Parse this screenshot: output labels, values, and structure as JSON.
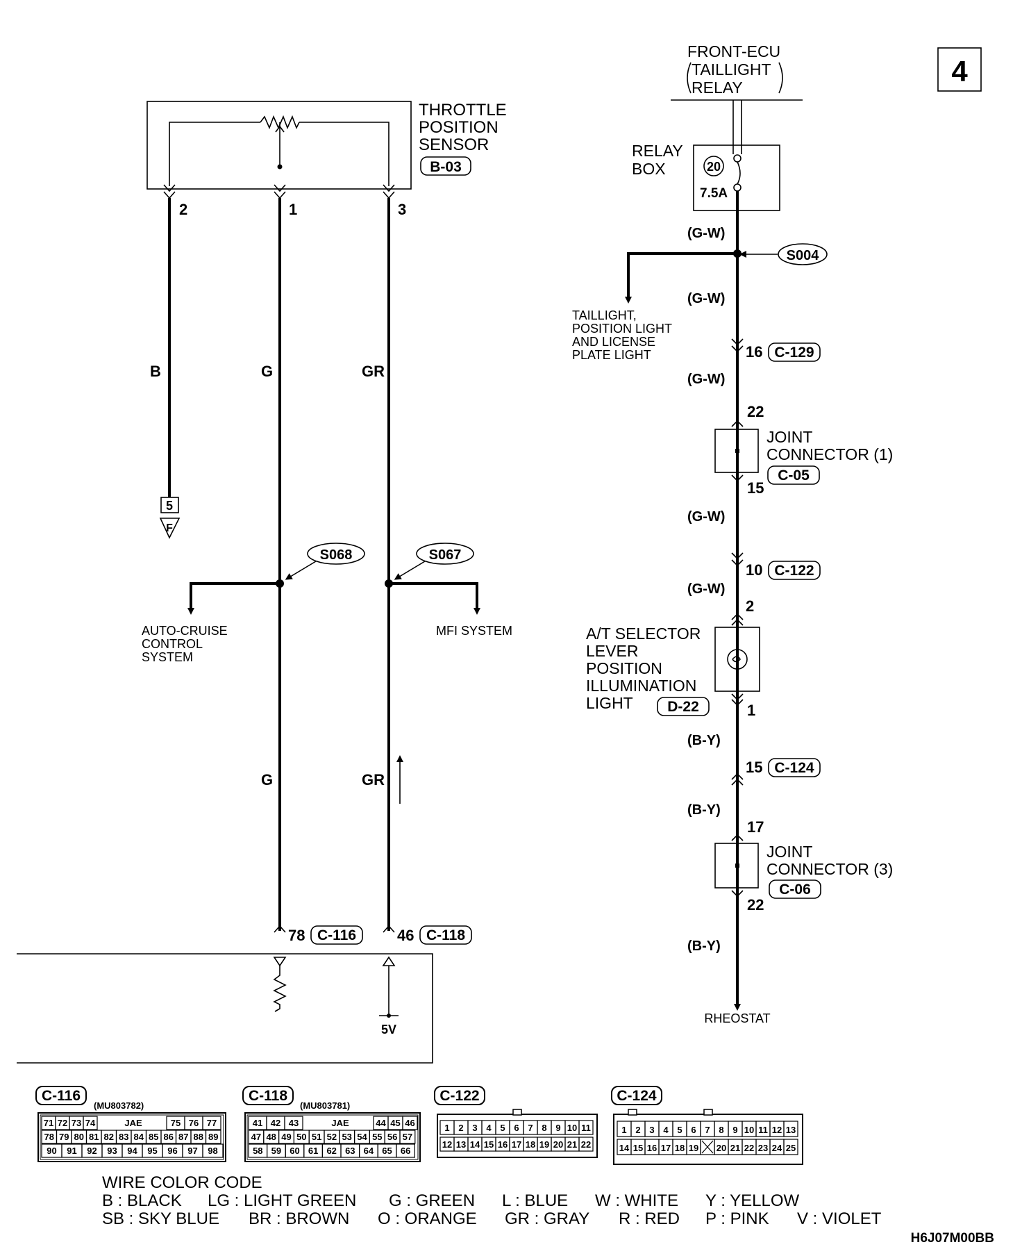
{
  "page_number": "4",
  "diagram_code": "H6J07M00BB",
  "front_ecu": {
    "line1": "FRONT-ECU",
    "line2": "TAILLIGHT",
    "line3": "RELAY"
  },
  "relay_box": {
    "line1": "RELAY",
    "line2": "BOX",
    "fuse_number": "20",
    "fuse_rating": "7.5A"
  },
  "tps": {
    "line1": "THROTTLE",
    "line2": "POSITION",
    "line3": "SENSOR",
    "connector": "B-03",
    "pins": [
      "2",
      "1",
      "3"
    ]
  },
  "wires": {
    "b": "B",
    "g": "G",
    "gr": "GR",
    "g_lower": "G",
    "gr_lower": "GR",
    "gw1": "(G-W)",
    "gw2": "(G-W)",
    "gw3": "(G-W)",
    "gw4": "(G-W)",
    "gw5": "(G-W)",
    "by1": "(B-Y)",
    "by2": "(B-Y)",
    "by3": "(B-Y)"
  },
  "ground": {
    "number": "5",
    "letter": "F"
  },
  "splices": {
    "s068": "S068",
    "s067": "S067",
    "s004": "S004"
  },
  "destinations": {
    "auto_cruise": [
      "AUTO-CRUISE",
      "CONTROL",
      "SYSTEM"
    ],
    "mfi": "MFI SYSTEM",
    "taillight": [
      "TAILLIGHT,",
      "POSITION LIGHT",
      "AND LICENSE",
      "PLATE  LIGHT"
    ],
    "rheostat": "RHEOSTAT"
  },
  "right_chain": {
    "c129_pin": "16",
    "c129": "C-129",
    "jc1_pin_top": "22",
    "jc1_pin_bottom": "15",
    "jc1": [
      "JOINT",
      "CONNECTOR (1)"
    ],
    "c05": "C-05",
    "c122_pin": "10",
    "c122": "C-122",
    "at_pin_top": "2",
    "at_pin_bottom": "1",
    "at_label": [
      "A/T SELECTOR",
      "LEVER",
      "POSITION",
      "ILLUMINATION",
      "LIGHT"
    ],
    "d22": "D-22",
    "c124_pin": "15",
    "c124": "C-124",
    "jc3_pin_top": "17",
    "jc3_pin_bottom": "22",
    "jc3": [
      "JOINT",
      "CONNECTOR (3)"
    ],
    "c06": "C-06"
  },
  "ecu": {
    "pin78": "78",
    "c116": "C-116",
    "pin46": "46",
    "c118": "C-118",
    "supply": "5V"
  },
  "connectors": {
    "c116": {
      "label": "C-116",
      "part": "(MU803782)",
      "maker": "JAE",
      "row1": [
        "71",
        "72",
        "73",
        "74",
        "75",
        "76",
        "77"
      ],
      "row2": [
        "78",
        "79",
        "80",
        "81",
        "82",
        "83",
        "84",
        "85",
        "86",
        "87",
        "88",
        "89"
      ],
      "row3": [
        "90",
        "91",
        "92",
        "93",
        "94",
        "95",
        "96",
        "97",
        "98"
      ]
    },
    "c118": {
      "label": "C-118",
      "part": "(MU803781)",
      "maker": "JAE",
      "row1": [
        "41",
        "42",
        "43",
        "44",
        "45",
        "46"
      ],
      "row2": [
        "47",
        "48",
        "49",
        "50",
        "51",
        "52",
        "53",
        "54",
        "55",
        "56",
        "57"
      ],
      "row3": [
        "58",
        "59",
        "60",
        "61",
        "62",
        "63",
        "64",
        "65",
        "66"
      ]
    },
    "c122": {
      "label": "C-122",
      "row1": [
        "1",
        "2",
        "3",
        "4",
        "5",
        "6",
        "7",
        "8",
        "9",
        "10",
        "11"
      ],
      "row2": [
        "12",
        "13",
        "14",
        "15",
        "16",
        "17",
        "18",
        "19",
        "20",
        "21",
        "22"
      ]
    },
    "c124": {
      "label": "C-124",
      "row1": [
        "1",
        "2",
        "3",
        "4",
        "5",
        "6",
        "7",
        "8",
        "9",
        "10",
        "11",
        "12",
        "13"
      ],
      "row2": [
        "14",
        "15",
        "16",
        "17",
        "18",
        "19",
        "20",
        "21",
        "22",
        "23",
        "24",
        "25"
      ]
    }
  },
  "color_code": {
    "title": "WIRE COLOR CODE",
    "row1": [
      "B : BLACK",
      "LG : LIGHT GREEN",
      "G : GREEN",
      "L : BLUE",
      "W : WHITE",
      "Y : YELLOW"
    ],
    "row2": [
      "SB : SKY BLUE",
      "BR : BROWN",
      "O : ORANGE",
      "GR : GRAY",
      "R : RED",
      "P : PINK",
      "V : VIOLET"
    ]
  }
}
